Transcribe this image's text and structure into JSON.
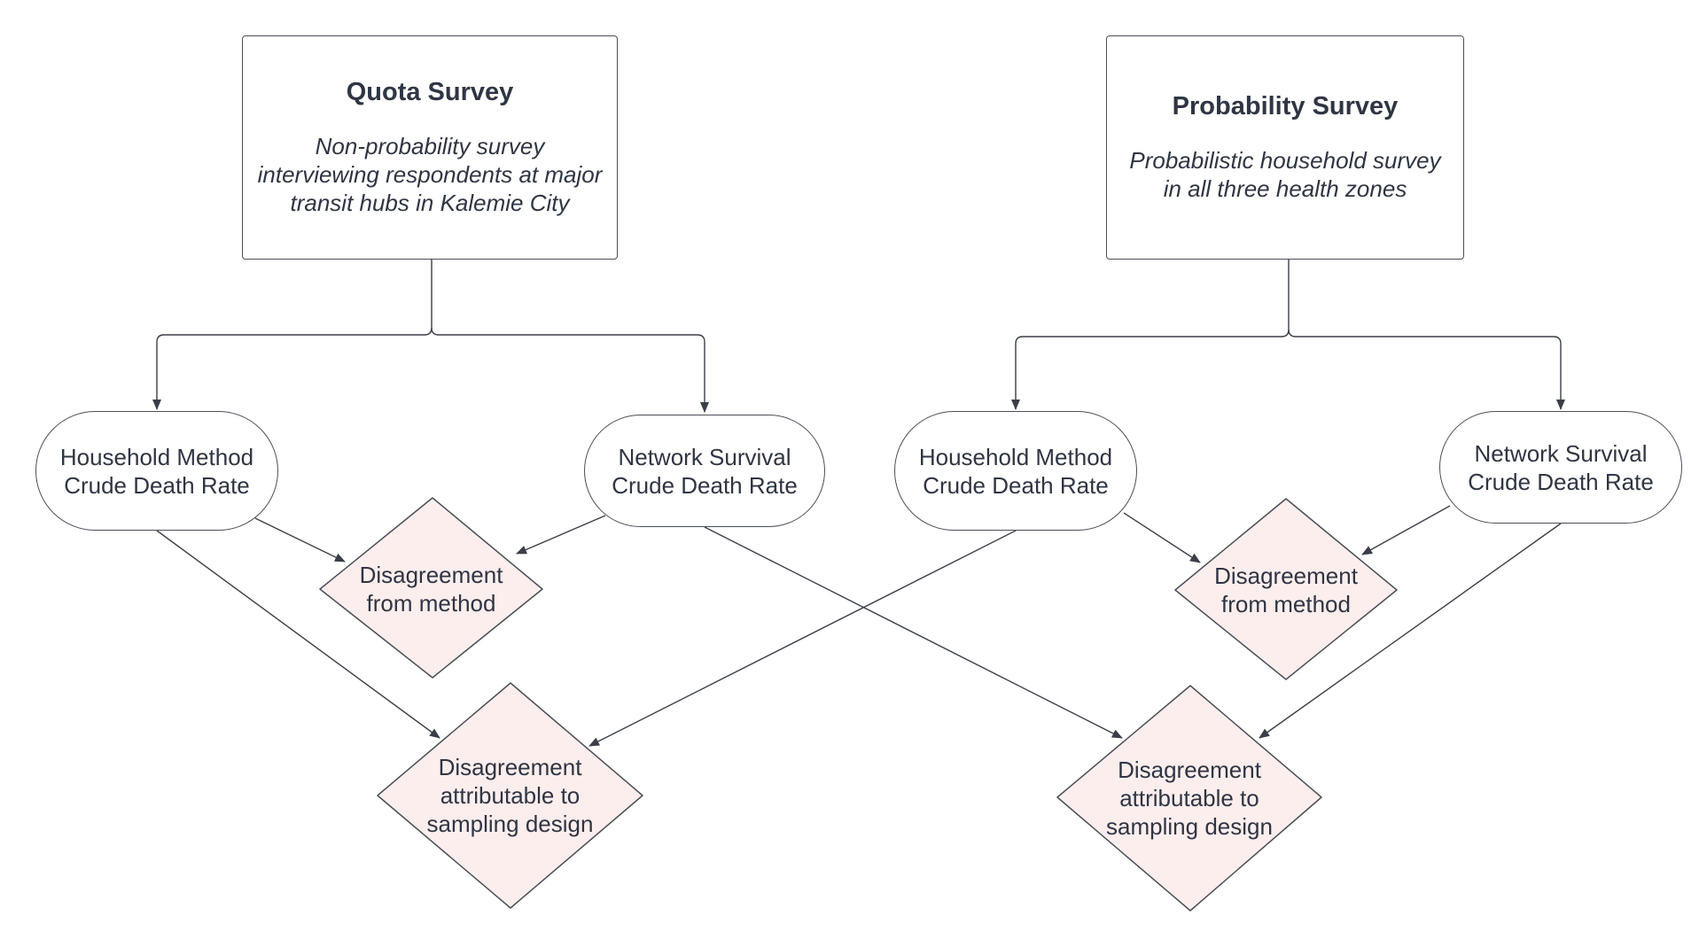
{
  "quota_survey": {
    "title": "Quota Survey",
    "description": "Non-probability survey interviewing respondents at major transit hubs in Kalemie City"
  },
  "probability_survey": {
    "title": "Probability Survey",
    "description": "Probabilistic household survey in all three health zones"
  },
  "estimates": {
    "quota_household": "Household Method\nCrude Death Rate",
    "quota_network": "Network Survival\nCrude Death Rate",
    "prob_household": "Household Method\nCrude Death Rate",
    "prob_network": "Network Survival\nCrude Death Rate"
  },
  "comparisons": {
    "quota_method": "Disagreement\nfrom method",
    "prob_method": "Disagreement\nfrom method",
    "design_left": "Disagreement\nattributable to\nsampling design",
    "design_right": "Disagreement\nattributable to\nsampling design"
  },
  "colors": {
    "line": "#3a3f47",
    "diamond_fill": "#fdeeee",
    "box_border": "#4a4f57",
    "text": "#2f3542"
  }
}
